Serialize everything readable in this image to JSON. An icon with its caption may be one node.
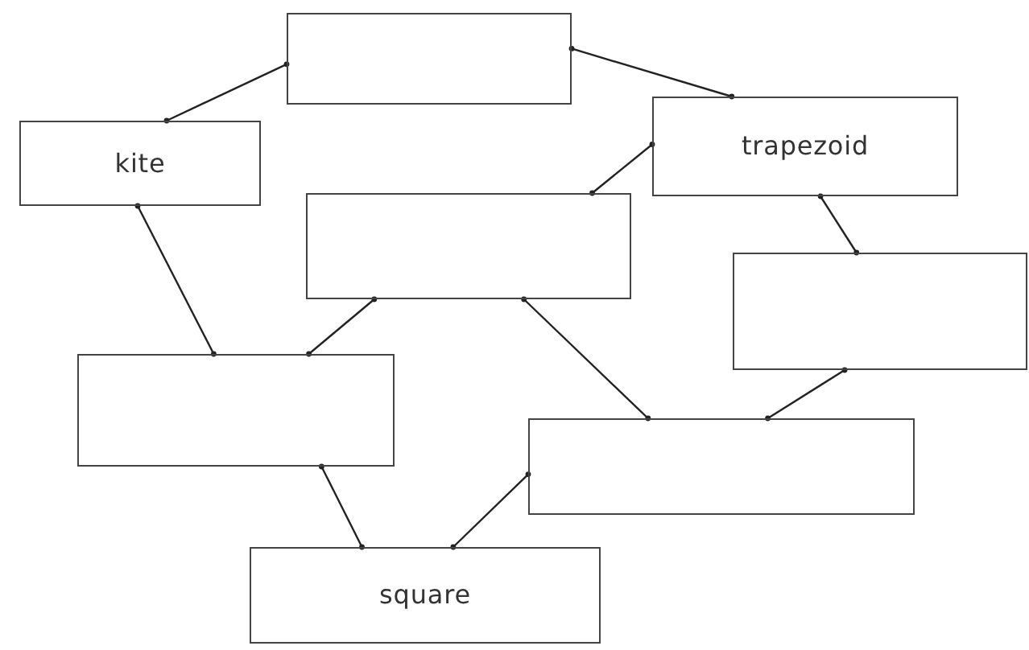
{
  "diagram": {
    "nodes": [
      {
        "text": [],
        "shape": "box"
      },
      {
        "text": [
          "kite"
        ]
      },
      {
        "text": [
          "trapezoid"
        ]
      },
      {
        "text": [],
        "shape": "box"
      },
      {
        "text": [],
        "shape": "box"
      },
      {
        "text": [],
        "shape": "box"
      },
      {
        "text": [],
        "shape": "box"
      },
      {
        "text": [
          "square"
        ]
      }
    ],
    "edges": [
      {
        "from": 0,
        "to": 1,
        "arrow": "other"
      },
      {
        "from": 0,
        "to": 2,
        "arrow": "other"
      },
      {
        "from": 2,
        "to": 3,
        "arrow": "other"
      },
      {
        "from": 1,
        "to": 5,
        "arrow": "other"
      },
      {
        "from": 3,
        "to": 5,
        "arrow": "other"
      },
      {
        "from": 3,
        "to": 6,
        "arrow": "other"
      },
      {
        "from": 2,
        "to": 4,
        "arrow": "other"
      },
      {
        "from": 4,
        "to": 6,
        "arrow": "other"
      },
      {
        "from": 5,
        "to": 7,
        "arrow": "other"
      },
      {
        "from": 6,
        "to": 7,
        "arrow": "other"
      }
    ]
  }
}
